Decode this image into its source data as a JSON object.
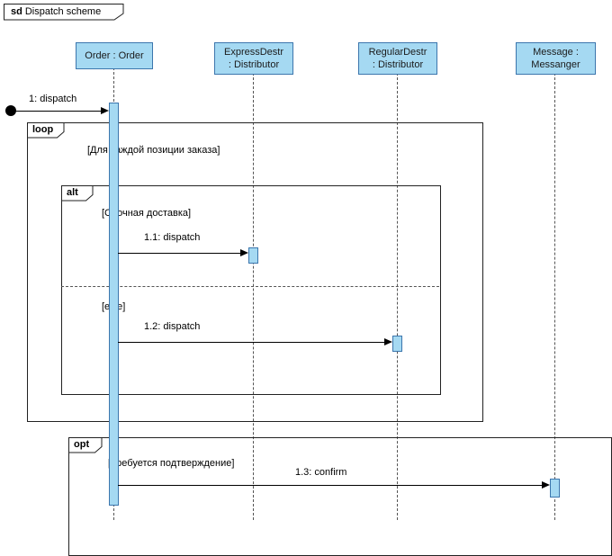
{
  "frame": {
    "keyword": "sd",
    "title": "Dispatch scheme"
  },
  "lifelines": [
    {
      "id": "order",
      "line1": "Order : Order",
      "line2": ""
    },
    {
      "id": "express",
      "line1": "ExpressDestr",
      "line2": ": Distributor"
    },
    {
      "id": "regular",
      "line1": "RegularDestr",
      "line2": ": Distributor"
    },
    {
      "id": "message",
      "line1": "Message :",
      "line2": "Messanger"
    }
  ],
  "fragments": {
    "loop": {
      "label": "loop",
      "guard": "[Для каждой позиции заказа]"
    },
    "alt": {
      "label": "alt",
      "guard1": "[Срочная доставка]",
      "guard2": "[else]"
    },
    "opt": {
      "label": "opt",
      "guard": "[Требуется подтверждение]"
    }
  },
  "messages": {
    "m1": "1: dispatch",
    "m11": "1.1: dispatch",
    "m12": "1.2: dispatch",
    "m13": "1.3: confirm"
  },
  "colors": {
    "lifeline_fill": "#a5d9f2",
    "lifeline_border": "#3c76ad",
    "frame_stroke": "#222222"
  }
}
